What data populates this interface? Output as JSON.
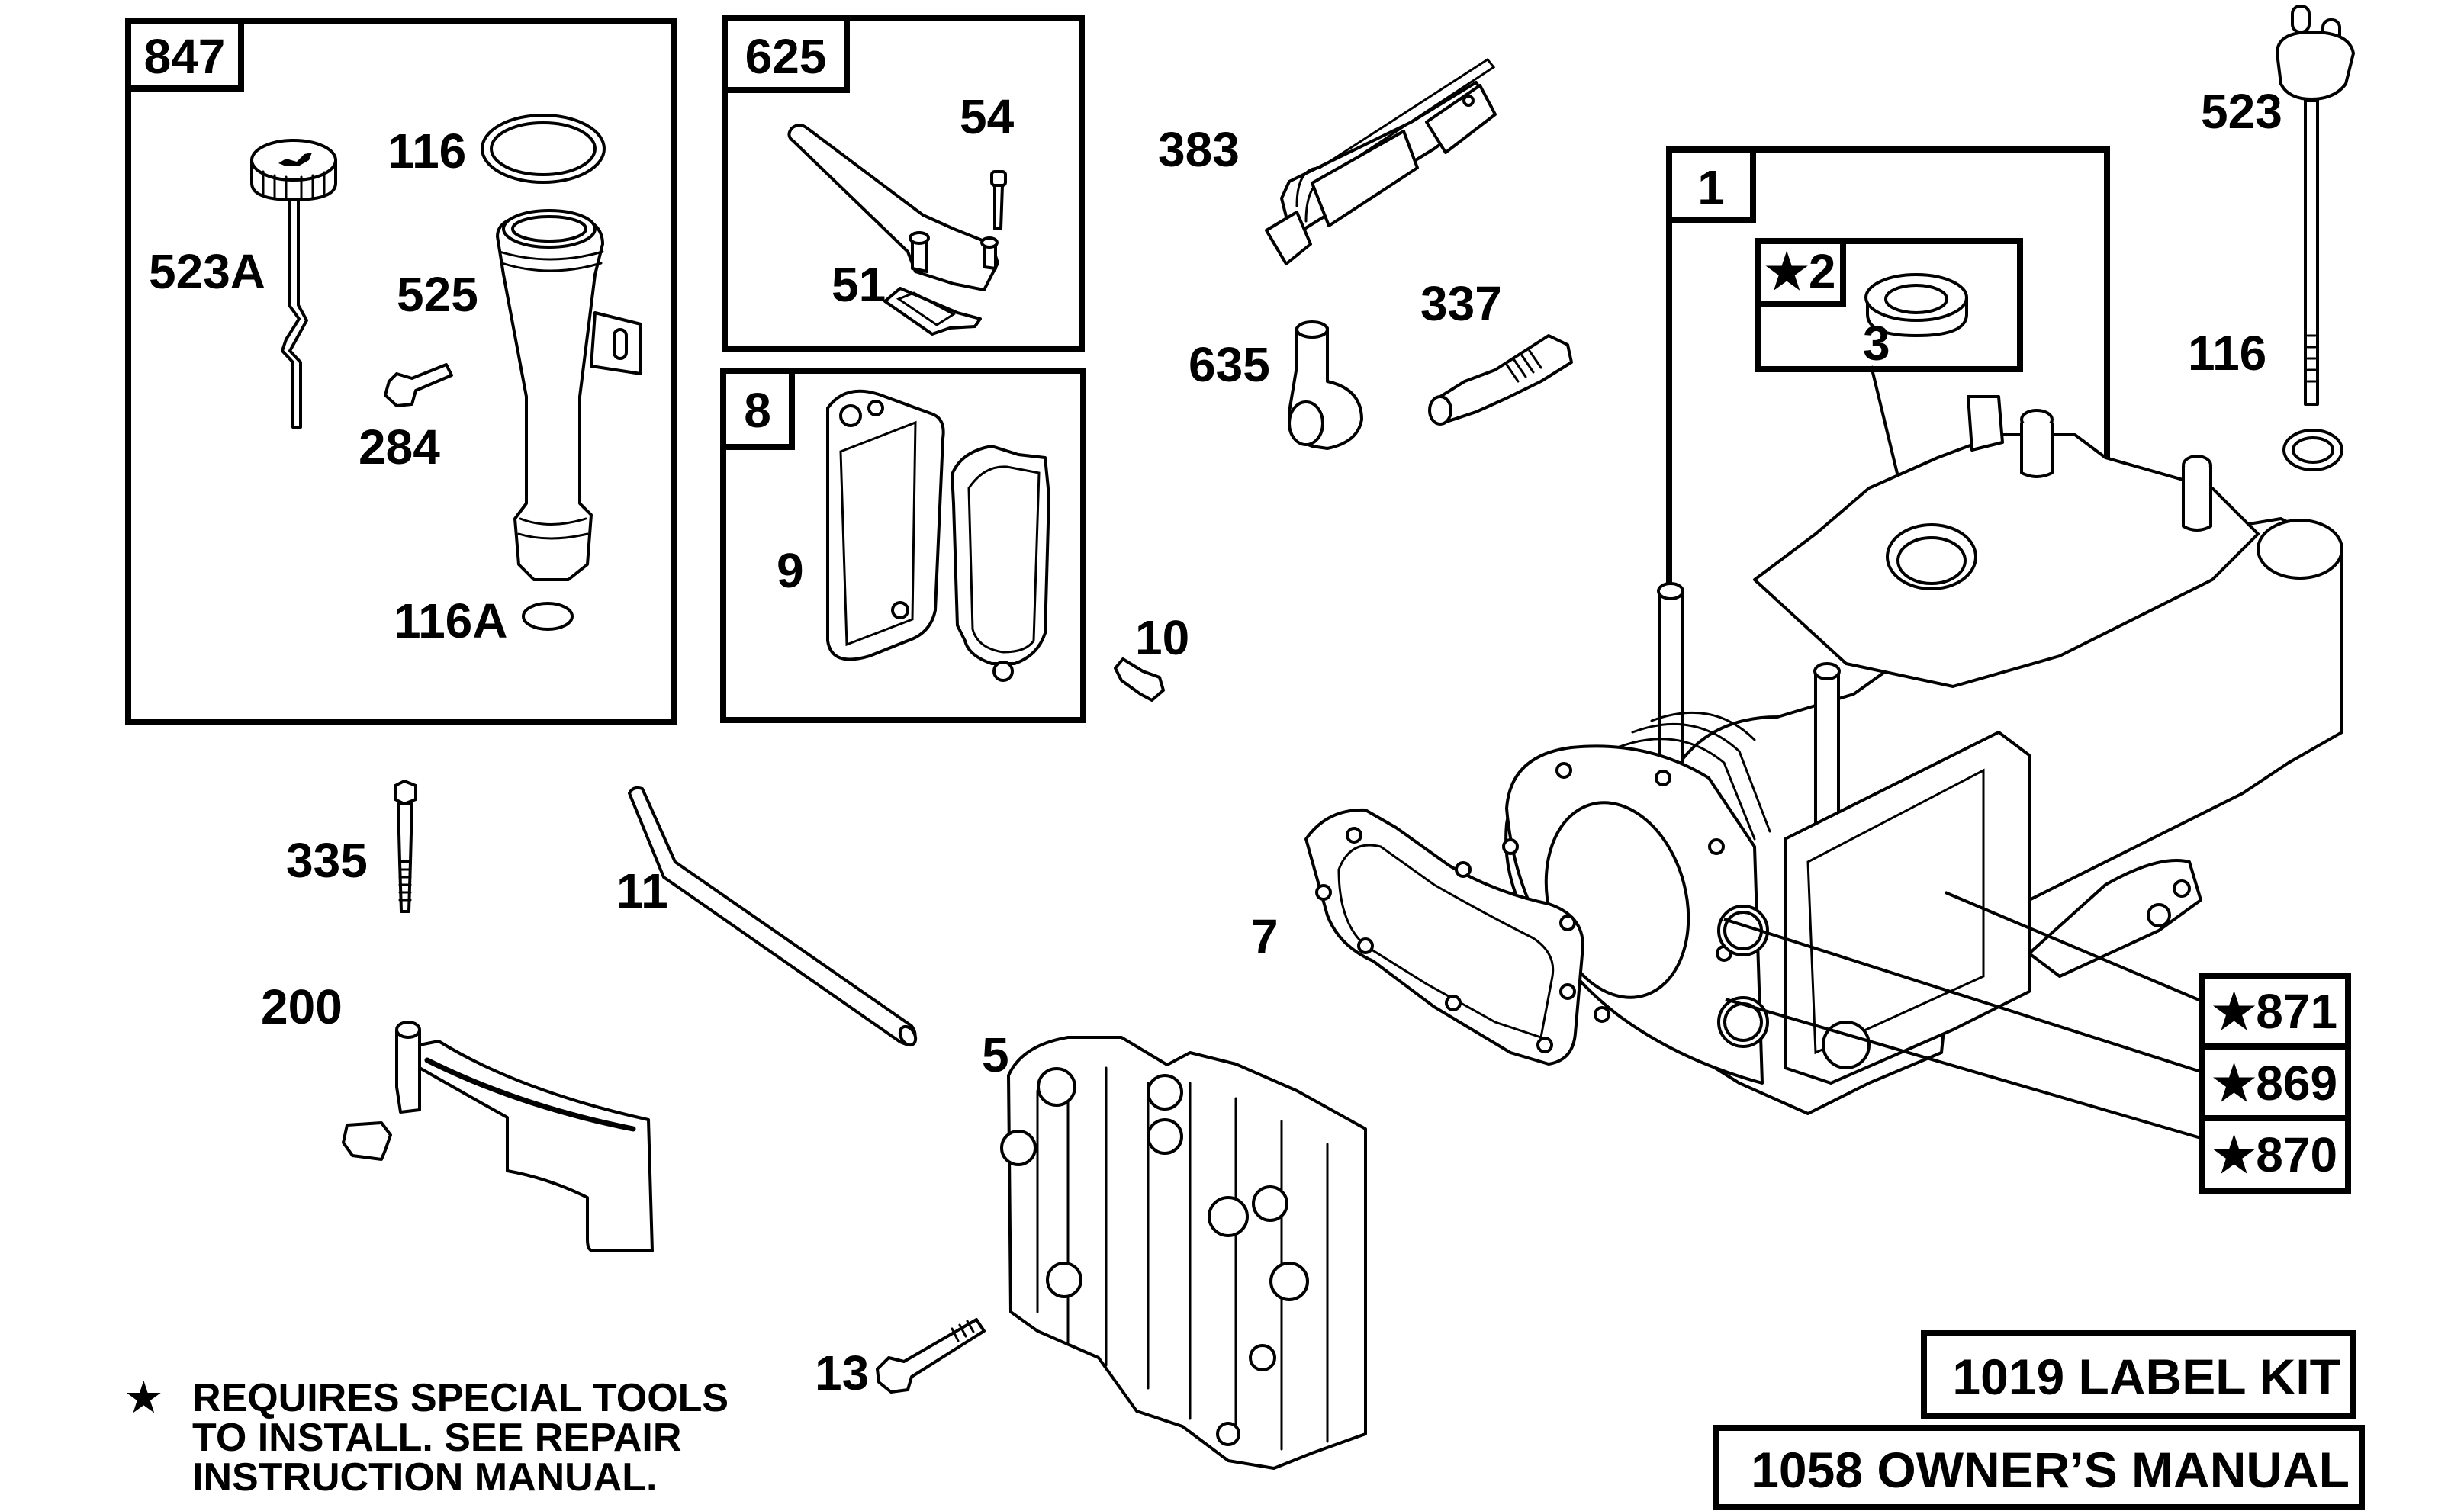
{
  "diagram": {
    "title": "Engine parts exploded view",
    "ink_color": "#000000",
    "background_color": "#ffffff"
  },
  "kits": {
    "k847": {
      "number": "847",
      "parts": {
        "p116": "116",
        "p523A": "523A",
        "p525": "525",
        "p284": "284",
        "p116A": "116A"
      }
    },
    "k625": {
      "number": "625",
      "parts": {
        "p54": "54",
        "p51": "51"
      }
    },
    "k8": {
      "number": "8",
      "parts": {
        "p9": "9"
      }
    },
    "k1": {
      "number": "1",
      "subkit": {
        "number": "★2",
        "parts": {
          "p3": "3"
        }
      }
    }
  },
  "callouts": {
    "p383": "383",
    "p337": "337",
    "p635": "635",
    "p10": "10",
    "p523": "523",
    "p116": "116",
    "p335": "335",
    "p11": "11",
    "p200": "200",
    "p5": "5",
    "p7": "7",
    "p13": "13"
  },
  "special_tool_labels": [
    "★871",
    "★869",
    "★870"
  ],
  "note": {
    "star": "★",
    "lines": [
      "REQUIRES SPECIAL TOOLS",
      "TO INSTALL.  SEE REPAIR",
      "INSTRUCTION MANUAL."
    ]
  },
  "extras": {
    "label_kit": "1019 LABEL KIT",
    "owners_manual": "1058 OWNER’S MANUAL"
  }
}
